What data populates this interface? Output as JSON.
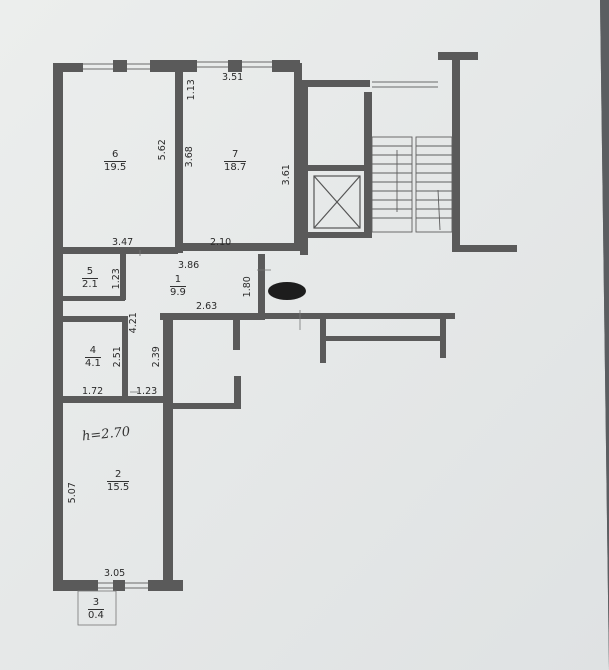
{
  "rooms": [
    {
      "number": "6",
      "area": "19.5"
    },
    {
      "number": "7",
      "area": "18.7"
    },
    {
      "number": "5",
      "area": "2.1"
    },
    {
      "number": "1",
      "area": "9.9"
    },
    {
      "number": "4",
      "area": "4.1"
    },
    {
      "number": "2",
      "area": "15.5"
    },
    {
      "number": "3",
      "area": "0.4"
    }
  ],
  "dimensions": {
    "d351": "3.51",
    "d113": "1.13",
    "d562": "5.62",
    "d368": "3.68",
    "d361": "3.61",
    "d347": "3.47",
    "d210": "2.10",
    "d386": "3.86",
    "d123a": "1.23",
    "d180": "1.80",
    "d263": "2.63",
    "d421": "4.21",
    "d251": "2.51",
    "d239": "2.39",
    "d172": "1.72",
    "d123b": "1.23",
    "d507": "5.07",
    "d305": "3.05"
  },
  "handwritten_note": "h=2.70"
}
